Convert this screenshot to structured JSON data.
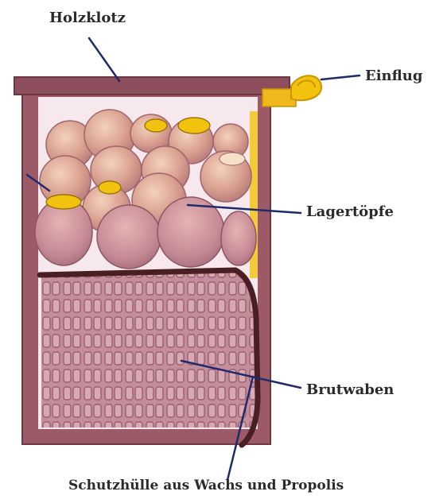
{
  "labels": {
    "holzklotz": "Holzklotz",
    "einflug": "Einflug",
    "lagertoepfe": "Lagertöpfe",
    "brutwaben": "Brutwaben",
    "schutzhuelle": "Schutzhülle aus Wachs und Propolis"
  },
  "colors": {
    "wood": "#9c5a66",
    "wood_dark": "#7a3e4b",
    "cavity": "#f6e8ec",
    "pot": "#d9a08f",
    "pot_light": "#efc8b0",
    "honey": "#f2c20f",
    "shell": "#4a1f22",
    "comb": "#b77a8a",
    "leader": "#1f2a6b"
  }
}
